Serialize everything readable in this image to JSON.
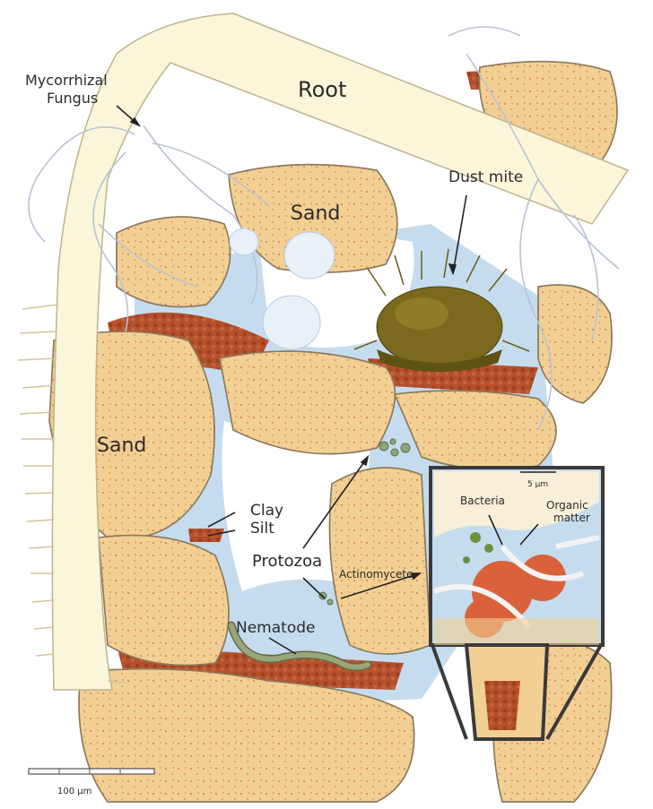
{
  "labels": {
    "root": "Root",
    "mycorrhizal_line1": "Mycorrhizal",
    "mycorrhizal_line2": "Fungus",
    "sand_top": "Sand",
    "sand_left": "Sand",
    "dust_mite": "Dust mite",
    "clay": "Clay",
    "silt": "Silt",
    "protozoa": "Protozoa",
    "nematode": "Nematode",
    "actinomycete": "Actinomycete",
    "bacteria": "Bacteria",
    "organic_line1": "Organic",
    "organic_line2": "matter",
    "inset_scale": "5 µm",
    "main_scale": "100 µm"
  },
  "colors": {
    "sand": "#f2cf93",
    "sand_edge": "#8a7a5c",
    "clay_aggregate": "#b5502c",
    "water": "#c5dcef",
    "root": "#fbf5da",
    "mite": "#7b6a1e",
    "nematode": "#9aa57a",
    "frame": "#3a3a3a"
  }
}
